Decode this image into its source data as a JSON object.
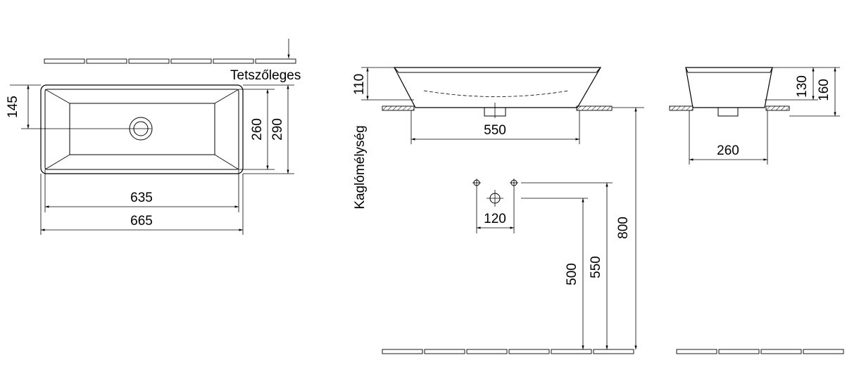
{
  "labels": {
    "tetszoleges": "Tetszőleges",
    "kaglomelyseg": "Kaglómélység"
  },
  "dimensions": {
    "d145": "145",
    "d260_top": "260",
    "d290": "290",
    "d635": "635",
    "d665": "665",
    "d110": "110",
    "d550_width": "550",
    "d130": "130",
    "d160": "160",
    "d260_side": "260",
    "d120": "120",
    "d500": "500",
    "d550_height": "550",
    "d800": "800"
  }
}
